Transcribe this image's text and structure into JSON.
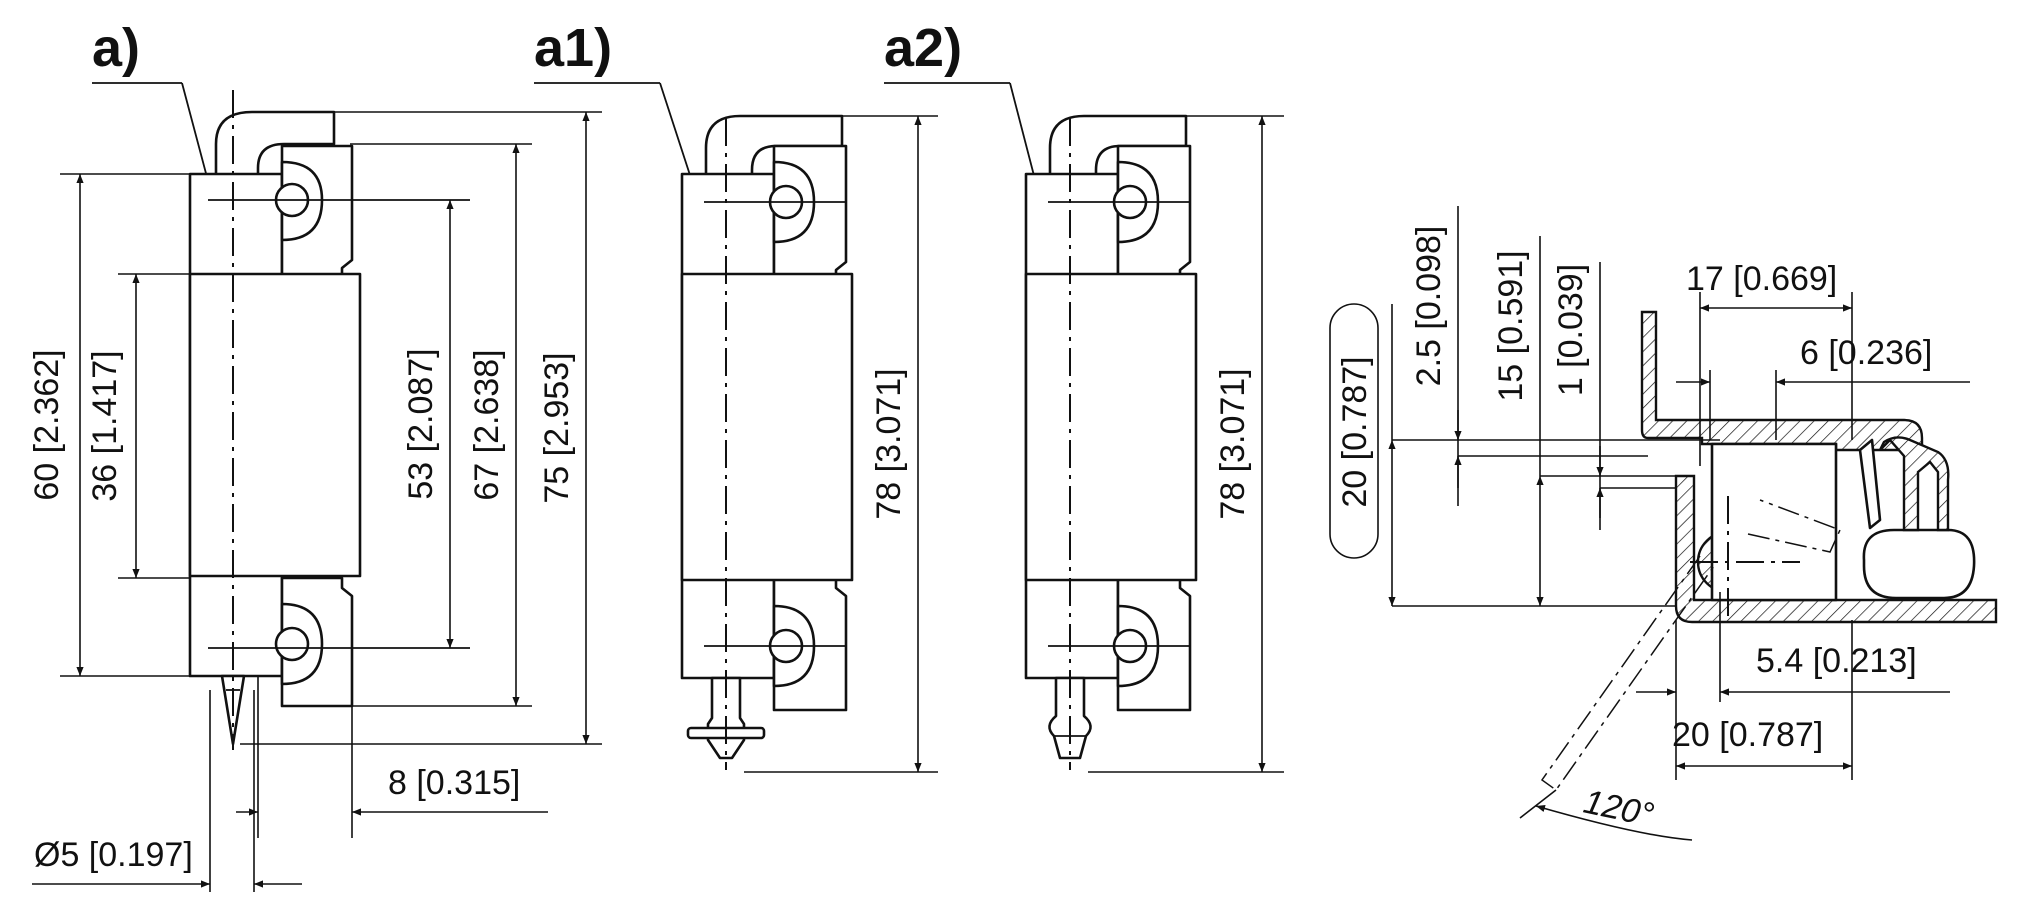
{
  "views": {
    "a": {
      "label": "a)"
    },
    "a1": {
      "label": "a1)"
    },
    "a2": {
      "label": "a2)"
    }
  },
  "dimensions": {
    "a_height_60": "60 [2.362]",
    "a_height_36": "36 [1.417]",
    "a_height_53": "53 [2.087]",
    "a_height_67": "67 [2.638]",
    "a_height_75": "75 [2.953]",
    "a_width_8": "8 [0.315]",
    "a_diameter_5": "Ø5 [0.197]",
    "a1_height_78": "78 [3.071]",
    "a2_height_78": "78 [3.071]",
    "side_17": "17 [0.669]",
    "side_6": "6 [0.236]",
    "side_2_5": "2.5 [0.098]",
    "side_15": "15 [0.591]",
    "side_1": "1 [0.039]",
    "side_20_vertical": "20 [0.787]",
    "side_5_4": "5.4 [0.213]",
    "side_20_horizontal": "20 [0.787]",
    "side_angle": "120°"
  }
}
